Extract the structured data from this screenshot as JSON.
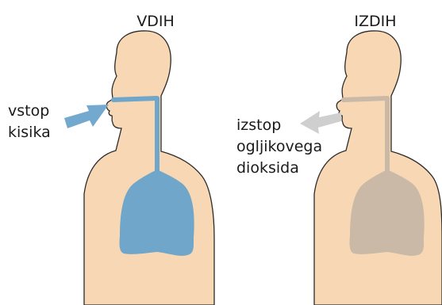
{
  "panels": {
    "left": {
      "title": "VDIH",
      "label_lines": [
        "vstop",
        "kisika"
      ],
      "arrow_color": "#73a9cf",
      "airway_color": "#6fa6c9"
    },
    "right": {
      "title": "IZDIH",
      "label_lines": [
        "izstop",
        "ogljikovega",
        "dioksida"
      ],
      "arrow_color": "#cfcfcf",
      "airway_color": "#c9b9a6"
    }
  },
  "colors": {
    "skin": "#f8d8b4",
    "outline": "#2b2b2b"
  },
  "icons": {
    "left_arrow": "inflow-arrow-icon",
    "right_arrow": "outflow-arrow-icon"
  }
}
